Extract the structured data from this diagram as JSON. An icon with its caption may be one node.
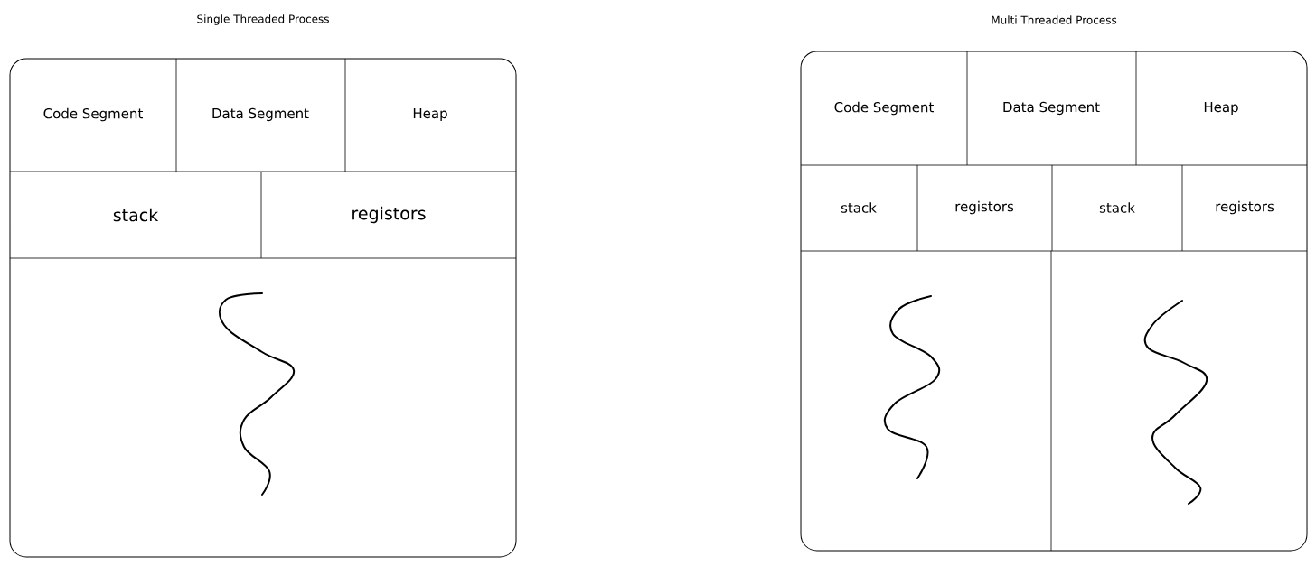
{
  "diagram": {
    "nodes": [
      {
        "text": [
          "Single Threaded Process"
        ]
      },
      {
        "text": [
          "Code Segment"
        ],
        "in": 0
      },
      {
        "text": [
          "Data Segment"
        ],
        "in": 0
      },
      {
        "text": [
          "Heap"
        ],
        "in": 0
      },
      {
        "text": [
          "stack"
        ],
        "in": 0
      },
      {
        "text": [
          "registors"
        ],
        "in": 0
      },
      {
        "text": [
          "Multi Threaded Process"
        ]
      },
      {
        "text": [
          "Code Segment"
        ],
        "in": 6
      },
      {
        "text": [
          "Data Segment"
        ],
        "in": 6
      },
      {
        "text": [
          "Heap"
        ],
        "in": 6
      },
      {
        "text": [
          "stack"
        ],
        "in": 6
      },
      {
        "text": [
          "registors"
        ],
        "in": 6
      },
      {
        "text": [
          "stack"
        ],
        "in": 6
      },
      {
        "text": [
          "registors"
        ],
        "in": 6
      }
    ]
  }
}
